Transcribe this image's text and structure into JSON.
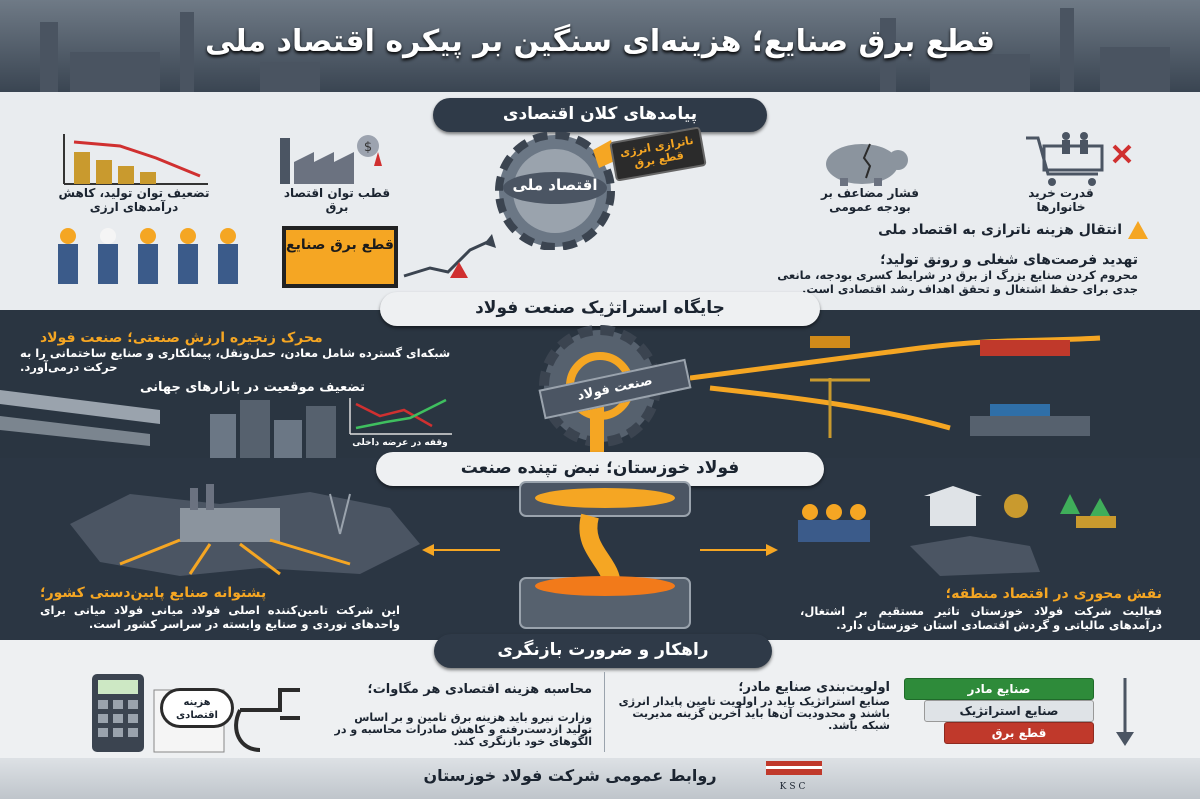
{
  "title": "قطع برق صنایع؛ هزینه‌ای سنگین بر پیکره اقتصاد ملی",
  "section1": {
    "heading": "پیامدهای کلان اقتصادی",
    "items": [
      {
        "icon": "cart-icon",
        "label": "قدرت خرید خانوارها"
      },
      {
        "icon": "piggy-bank-icon",
        "label": "فشار مضاعف بر بودجه عمومی"
      },
      {
        "icon": "factory-icon",
        "label": "قطب توان اقتصاد برق"
      },
      {
        "icon": "coins-chart-icon",
        "label": "تضعیف توان تولید، کاهش درآمدهای ارزی"
      }
    ],
    "gear_center": "اقتصاد ملی",
    "gear_tag": "ناترازی انرژی قطع برق",
    "warning_line": "انتقال هزینه ناترازی به اقتصاد ملی",
    "workers_sign": "قطع برق صنایع",
    "threat_heading": "تهدید فرصت‌های شغلی و رونق تولید؛",
    "threat_text": "محروم کردن صنایع بزرگ از برق در شرایط کسری بودجه، مانعی جدی برای حفظ اشتغال و تحقق اهداف رشد اقتصادی است."
  },
  "section2": {
    "heading": "جایگاه استراتژیک صنعت فولاد",
    "beam_label": "صنعت فولاد",
    "engine_heading": "محرک زنجیره ارزش صنعتی؛ صنعت فولاد",
    "engine_text": "شبکه‌ای گسترده شامل معادن، حمل‌ونقل، پیمانکاری و صنایع ساختمانی را به حرکت درمی‌آورد.",
    "market_heading": "تضعیف موقعیت در بازارهای جهانی",
    "chart_caption": "وقفه در عرضه داخلی"
  },
  "section3": {
    "heading": "فولاد خوزستان؛ نبض تپنده صنعت",
    "left_heading": "پشتوانه صنایع پایین‌دستی کشور؛",
    "left_text": "این شرکت تامین‌کننده اصلی فولاد میانی فولاد میانی برای واحدهای نوردی و صنایع وابسته در سراسر کشور است.",
    "right_heading": "نقش محوری در اقتصاد منطقه؛",
    "right_text": "فعالیت شرکت فولاد خوزستان تاثیر مستقیم بر اشتغال، درآمدهای مالیاتی و گردش اقتصادی استان خوزستان دارد."
  },
  "section4": {
    "heading": "راهکار و ضرورت بازنگری",
    "calc_heading": "محاسبه هزینه اقتصادی هر مگاوات؛",
    "calc_text": "وزارت نیرو باید هزینه برق تامین و بر اساس تولید ازدست‌رفته و کاهش صادرات محاسبه و در الگوهای خود بازنگری کند.",
    "calc_tag": "هزینه اقتصادی",
    "priority_heading": "اولویت‌بندی صنایع مادر؛",
    "priority_text": "صنایع استراتژیک باید در اولویت تامین پایدار انرژی باشند و محدودیت آن‌ها باید آخرین گزینه مدیریت شبکه باشد.",
    "buttons": [
      {
        "label": "صنایع مادر",
        "color": "#2e8b3a",
        "text": "#ffffff"
      },
      {
        "label": "صنایع استراتژیک",
        "color": "#dfe3e7",
        "text": "#1b2430"
      },
      {
        "label": "قطع برق",
        "color": "#c0392b",
        "text": "#ffffff"
      }
    ]
  },
  "footer": {
    "text": "روابط عمومی شرکت فولاد خوزستان",
    "logo": "KSC"
  }
}
